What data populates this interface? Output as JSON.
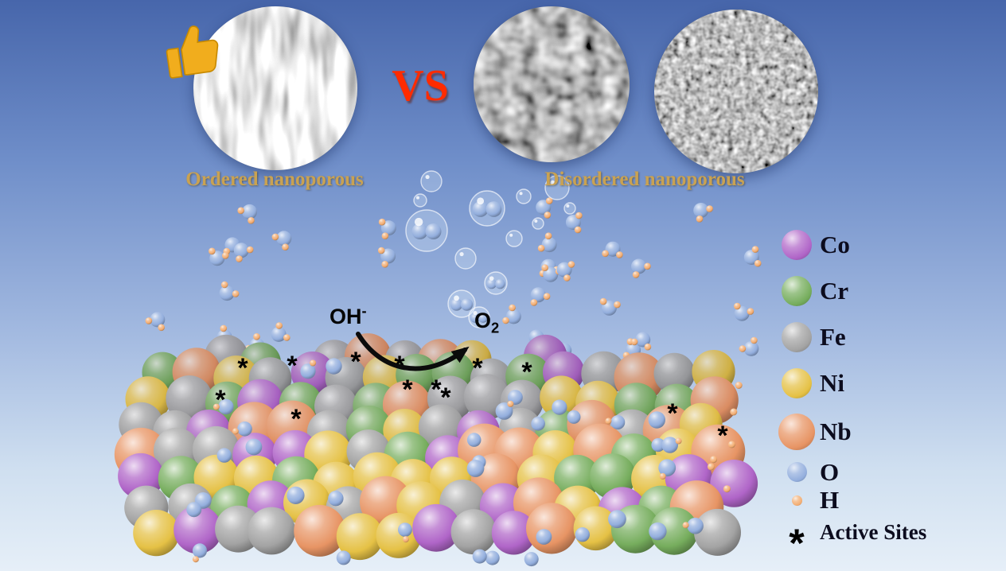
{
  "header": {
    "ordered_label": "Ordered nanoporous",
    "vs_label": "VS",
    "disordered_label": "Disordered nanoporous"
  },
  "reaction": {
    "hydroxide_formula": "OH",
    "hydroxide_charge": "-",
    "oxygen_formula": "O",
    "oxygen_subscript": "2"
  },
  "legend": {
    "items": [
      {
        "symbol": "Co",
        "color": "#b065c8"
      },
      {
        "symbol": "Cr",
        "color": "#76ad5d"
      },
      {
        "symbol": "Fe",
        "color": "#a3a3a3"
      },
      {
        "symbol": "Ni",
        "color": "#e5c145"
      },
      {
        "symbol": "Nb",
        "color": "#e79464"
      },
      {
        "symbol": "O",
        "color": "#93aedd"
      },
      {
        "symbol": "H",
        "color": "#f3ad72"
      }
    ],
    "active_sites_marker": "*",
    "active_sites_label": "Active Sites"
  }
}
